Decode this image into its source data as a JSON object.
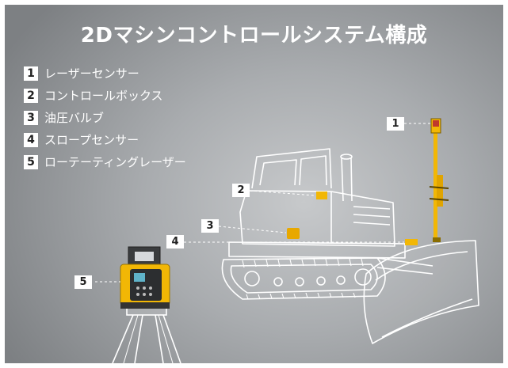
{
  "title": "2Dマシンコントロールシステム構成",
  "components": [
    {
      "number": "1",
      "label": "レーザーセンサー"
    },
    {
      "number": "2",
      "label": "コントロールボックス"
    },
    {
      "number": "3",
      "label": "油圧バルブ"
    },
    {
      "number": "4",
      "label": "スロープセンサー"
    },
    {
      "number": "5",
      "label": "ローテーティングレーザー"
    }
  ],
  "colors": {
    "accent_yellow": "#f2b705",
    "line_white": "#ffffff"
  }
}
